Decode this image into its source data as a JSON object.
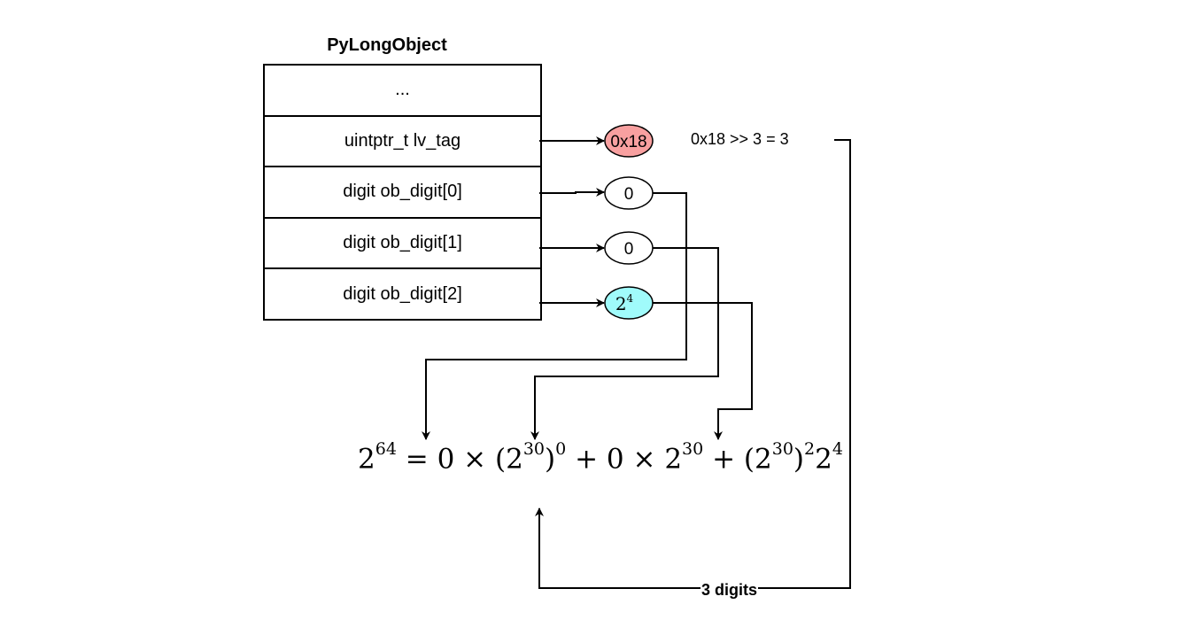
{
  "struct": {
    "title": "PyLongObject",
    "rows": [
      {
        "label": "..."
      },
      {
        "label": "uintptr_t lv_tag"
      },
      {
        "label": "digit ob_digit[0]"
      },
      {
        "label": "digit ob_digit[1]"
      },
      {
        "label": "digit ob_digit[2]"
      }
    ]
  },
  "values": [
    {
      "label": "0x18",
      "fill": "#f8a0a0",
      "kind": "tag"
    },
    {
      "label": "0",
      "fill": "#ffffff",
      "kind": "digit"
    },
    {
      "label": "0",
      "fill": "#ffffff",
      "kind": "digit"
    },
    {
      "base": "2",
      "exp": "4",
      "fill": "#a0fbfb",
      "kind": "digit"
    }
  ],
  "tag_note": "0x18 >> 3 = 3",
  "formula": {
    "lhs_base": "2",
    "lhs_exp": "64",
    "t1": "= 0 × (2",
    "t1_exp": "30",
    "t1_close": ")",
    "t1_outer_exp": "0",
    "t2": " + 0 × 2",
    "t2_exp": "30",
    "t3": " + (2",
    "t3_exp": "30",
    "t3_close": ")",
    "t3_outer_exp": "2",
    "t3_tail": "2",
    "t3_tail_exp": "4"
  },
  "digits_label": "3 digits",
  "colors": {
    "tag_fill": "#f8a0a0",
    "digit2_fill": "#a0fbfb",
    "stroke": "#000000"
  }
}
